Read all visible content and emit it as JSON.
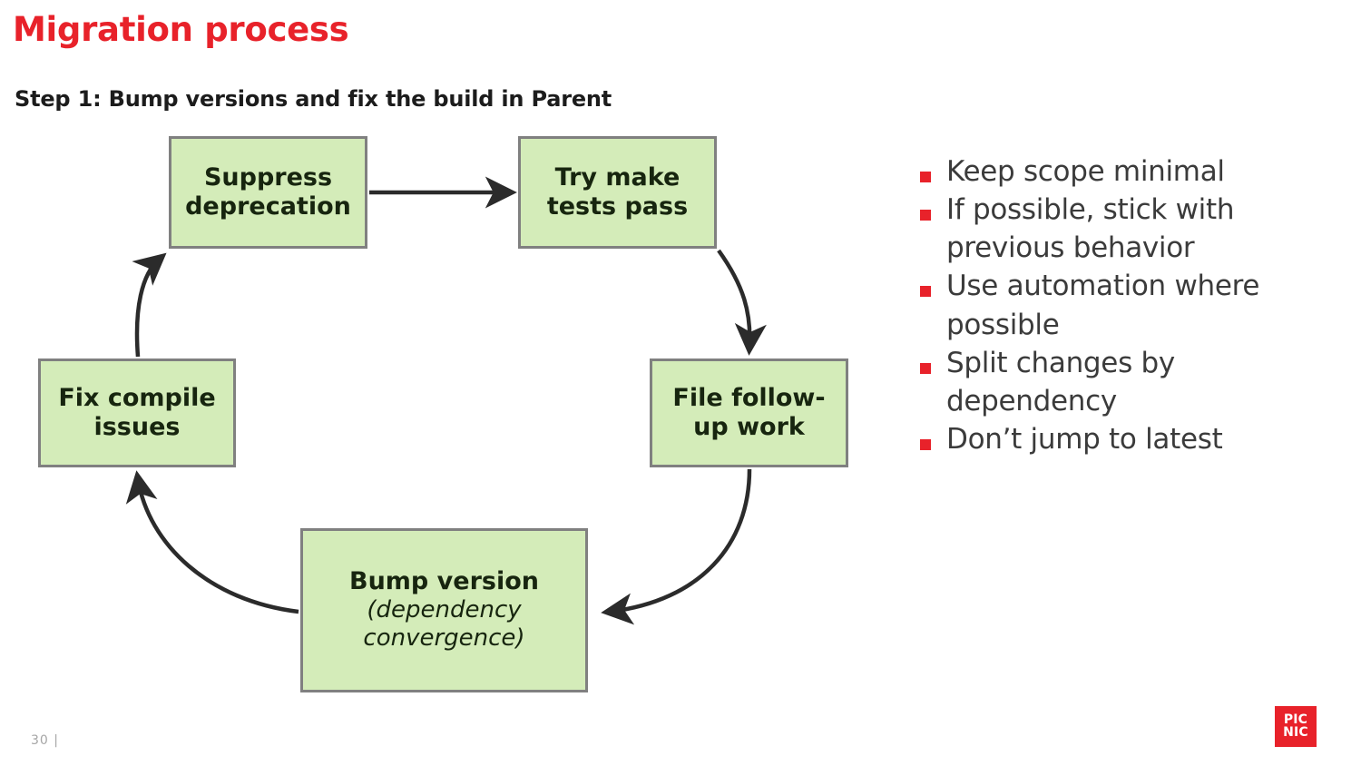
{
  "slide": {
    "title": "Migration process",
    "subtitle": "Step 1: Bump versions and fix the build in Parent",
    "page_number": "30  |",
    "accent_red": "#e8222a",
    "node_fill": "#d4ecb9",
    "node_border": "#808080",
    "node_text": "#17250f"
  },
  "diagram": {
    "type": "cycle-flowchart",
    "nodes": [
      {
        "id": "suppress",
        "label": "Suppress deprecation",
        "sub": ""
      },
      {
        "id": "trytests",
        "label": "Try make tests pass",
        "sub": ""
      },
      {
        "id": "filework",
        "label": "File follow-up work",
        "sub": ""
      },
      {
        "id": "bump",
        "label": "Bump version",
        "sub": "(dependency convergence)"
      },
      {
        "id": "fixcompile",
        "label": "Fix compile issues",
        "sub": ""
      }
    ],
    "edges": [
      {
        "from": "suppress",
        "to": "trytests",
        "style": "straight"
      },
      {
        "from": "trytests",
        "to": "filework",
        "style": "curved"
      },
      {
        "from": "filework",
        "to": "bump",
        "style": "curved"
      },
      {
        "from": "bump",
        "to": "fixcompile",
        "style": "curved"
      },
      {
        "from": "fixcompile",
        "to": "suppress",
        "style": "curved"
      }
    ]
  },
  "bullets": [
    "Keep scope minimal",
    "If possible, stick with previous behavior",
    "Use automation where possible",
    "Split changes by dependency",
    "Don’t jump to latest"
  ],
  "logo": {
    "line1": "PIC",
    "line2": "NIC"
  }
}
